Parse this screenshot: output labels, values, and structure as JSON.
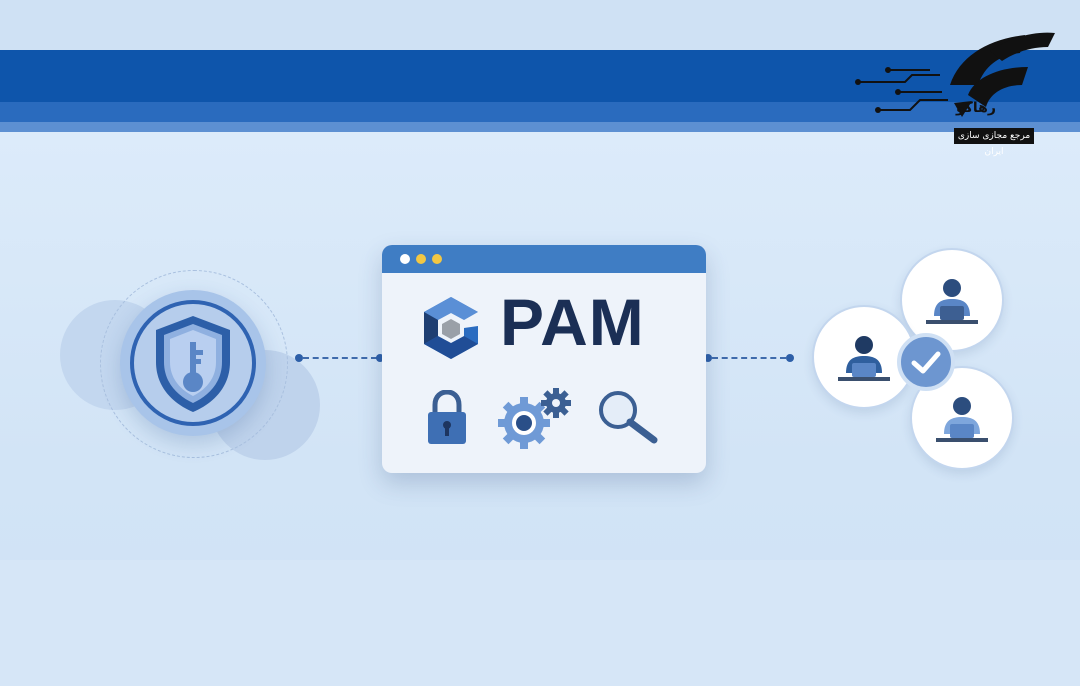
{
  "banner": {
    "colors": {
      "primary": "#0e55ab",
      "secondary": "#2a6bbe"
    }
  },
  "center_window": {
    "title": "PAM",
    "window_controls": [
      "#ffffff",
      "#f2c744",
      "#f2c744"
    ],
    "icons": [
      "padlock-icon",
      "gears-icon",
      "magnifier-icon"
    ]
  },
  "left_badge": {
    "icon": "shield-key-icon"
  },
  "right_cluster": {
    "users": [
      "user-at-laptop-icon",
      "user-at-laptop-icon",
      "user-at-laptop-icon"
    ],
    "status_icon": "check-icon"
  },
  "brand": {
    "name": "رهاکو",
    "tagline": "مرجع مجازی سازی ایران"
  }
}
